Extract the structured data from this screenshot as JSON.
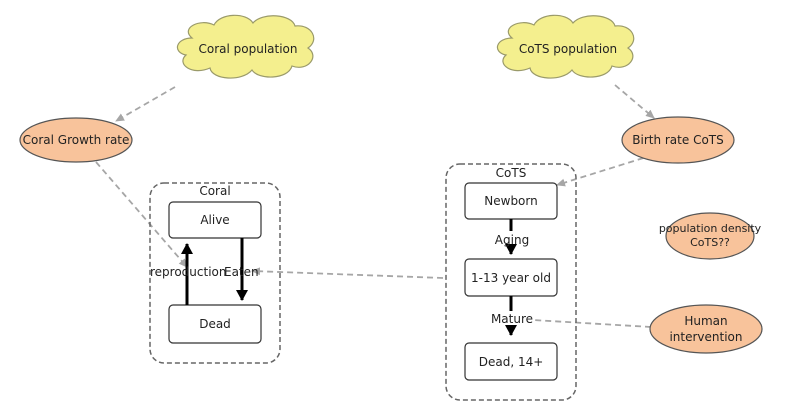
{
  "nodes": {
    "coral_population": "Coral population",
    "cots_population": "CoTS population",
    "coral_growth_rate": "Coral Growth rate",
    "birth_rate_cots": "Birth rate CoTS",
    "population_density": [
      "population density",
      "CoTS??"
    ],
    "human_intervention": [
      "Human",
      "intervention"
    ]
  },
  "containers": {
    "coral": {
      "title": "Coral",
      "alive": "Alive",
      "dead": "Dead",
      "reproduction_label": "reproduction",
      "eaten_label": "Eaten"
    },
    "cots": {
      "title": "CoTS",
      "newborn": "Newborn",
      "young": "1-13 year old",
      "dead": "Dead, 14+",
      "aging_label": "Aging",
      "mature_label": "Mature"
    }
  },
  "colors": {
    "cloud_fill": "#f4ef8e",
    "cloud_stroke": "#9a9a6a",
    "ellipse_fill": "#f8c39b",
    "ellipse_stroke": "#555555",
    "dashed_link": "#a6a6a6",
    "container_border": "#666666"
  }
}
